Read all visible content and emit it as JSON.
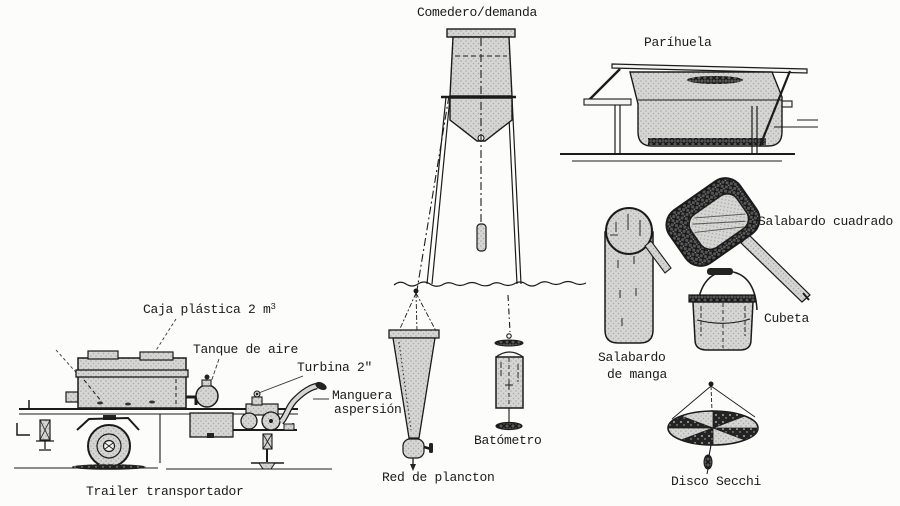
{
  "page": {
    "type": "scanned-figure",
    "description": "Labeled line-drawing plate of aquaculture field equipment",
    "language": "es",
    "colors": {
      "paper": "#fcfcfa",
      "ink": "#1b1b1b",
      "halftone_gray": "#d6d6d4",
      "dark_mesh": "#555555",
      "black_fill": "#232323"
    }
  },
  "labels": {
    "comedero": "Comedero/demanda",
    "parihuela": "Paríhuela",
    "salabardo_cuadrado": "Salabardo cuadrado",
    "salabardo_manga_line1": "Salabardo",
    "salabardo_manga_line2": "de manga",
    "cubeta": "Cubeta",
    "disco_secchi": "Disco Secchi",
    "caja_plastica": "Caja plástica 2 m",
    "caja_plastica_sup": "3",
    "tanque_aire": "Tanque de aire",
    "turbina": "Turbina 2\"",
    "manguera_line1": "Manguera",
    "manguera_line2": "aspersión",
    "trailer": "Trailer transportador",
    "red_plancton": "Red de plancton",
    "batometro": "Batómetro"
  },
  "equipment": [
    {
      "id": "comedero",
      "name": "demand feeder on legs in water"
    },
    {
      "id": "parihuela",
      "name": "hand-barrow trough"
    },
    {
      "id": "salabardo-cuadrado",
      "name": "square dip net"
    },
    {
      "id": "salabardo-manga",
      "name": "sleeve dip net"
    },
    {
      "id": "cubeta",
      "name": "bucket"
    },
    {
      "id": "disco-secchi",
      "name": "Secchi disk with weight"
    },
    {
      "id": "trailer",
      "name": "transport trailer with plastic box, air tank, turbine and spray hose"
    },
    {
      "id": "red-plancton",
      "name": "plankton net"
    },
    {
      "id": "batometro",
      "name": "water sampler bottle"
    }
  ]
}
